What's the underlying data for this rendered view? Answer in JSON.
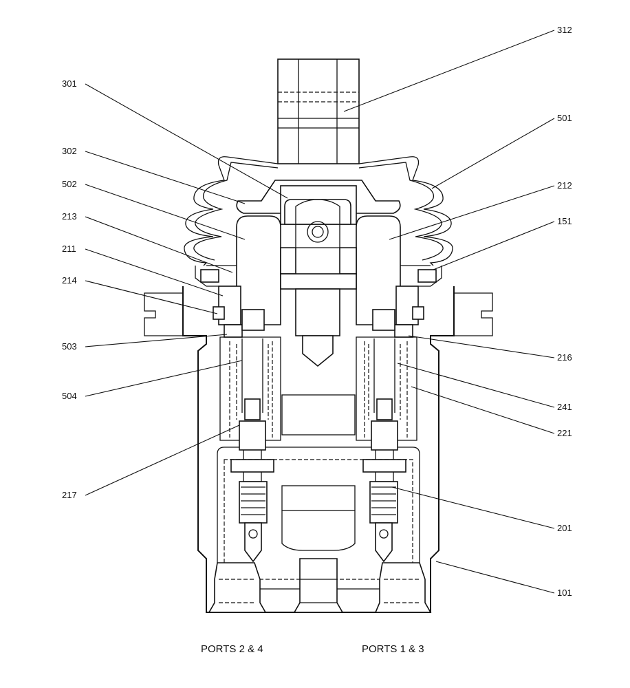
{
  "callouts": {
    "c312": "312",
    "c301": "301",
    "c501": "501",
    "c302": "302",
    "c212": "212",
    "c502": "502",
    "c151": "151",
    "c213": "213",
    "c211": "211",
    "c214": "214",
    "c503": "503",
    "c216": "216",
    "c504": "504",
    "c241": "241",
    "c221": "221",
    "c217": "217",
    "c201": "201",
    "c101": "101"
  },
  "captions": {
    "left": "PORTS 2 & 4",
    "right": "PORTS 1 & 3"
  }
}
